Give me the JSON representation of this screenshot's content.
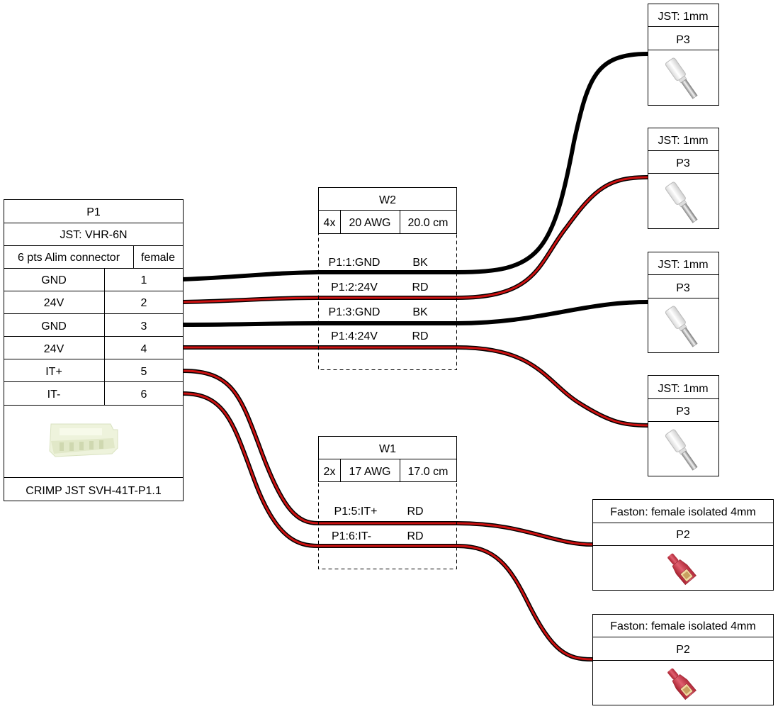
{
  "p1": {
    "title": "P1",
    "type": "JST: VHR-6N",
    "description": "6 pts Alim connector",
    "gender": "female",
    "pins": [
      {
        "label": "GND",
        "num": "1"
      },
      {
        "label": "24V",
        "num": "2"
      },
      {
        "label": "GND",
        "num": "3"
      },
      {
        "label": "24V",
        "num": "4"
      },
      {
        "label": "IT+",
        "num": "5"
      },
      {
        "label": "IT-",
        "num": "6"
      }
    ],
    "footer": "CRIMP JST SVH-41T-P1.1"
  },
  "w2": {
    "title": "W2",
    "count": "4x",
    "gauge": "20 AWG",
    "length": "20.0 cm",
    "wires": [
      {
        "label": "P1:1:GND",
        "color": "BK"
      },
      {
        "label": "P1:2:24V",
        "color": "RD"
      },
      {
        "label": "P1:3:GND",
        "color": "BK"
      },
      {
        "label": "P1:4:24V",
        "color": "RD"
      }
    ]
  },
  "w1": {
    "title": "W1",
    "count": "2x",
    "gauge": "17 AWG",
    "length": "17.0 cm",
    "wires": [
      {
        "label": "P1:5:IT+",
        "color": "RD"
      },
      {
        "label": "P1:6:IT-",
        "color": "RD"
      }
    ]
  },
  "ferrules": [
    {
      "type": "JST: 1mm",
      "name": "P3"
    },
    {
      "type": "JST: 1mm",
      "name": "P3"
    },
    {
      "type": "JST: 1mm",
      "name": "P3"
    },
    {
      "type": "JST: 1mm",
      "name": "P3"
    }
  ],
  "fastons": [
    {
      "type": "Faston: female isolated 4mm",
      "name": "P2"
    },
    {
      "type": "Faston: female isolated 4mm",
      "name": "P2"
    }
  ],
  "colors": {
    "black_wire": "#000000",
    "red_wire": "#cc1111",
    "faston_red": "#cc3a4a",
    "ferrule_white": "#f4f4f4"
  }
}
